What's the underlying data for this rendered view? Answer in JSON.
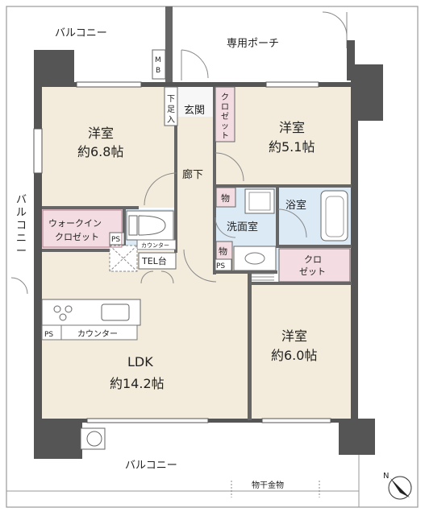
{
  "plan": {
    "balcony_top": "バルコニー",
    "private_porch": "専用ポーチ",
    "mb": "M\nB",
    "shoe_storage": "下\n足\n入",
    "entrance": "玄関",
    "closet_entrance": "ク\nロ\nゼ\nッ\nト",
    "western_room_1": {
      "name": "洋室",
      "size": "約6.8帖"
    },
    "western_room_2": {
      "name": "洋室",
      "size": "約5.1帖"
    },
    "corridor": "廊下",
    "storage_1": "物",
    "storage_2": "物",
    "bathroom": "浴室",
    "washroom": "洗面室",
    "walk_in_closet": "ウォークイン\nクロゼット",
    "ps_1": "PS",
    "ps_2": "PS",
    "ps_3": "PS",
    "counter_small": "カウンター",
    "tel_stand": "TEL台",
    "closet_2": "クロ\nゼット",
    "balcony_side": "バ\nル\nコ\nニ\nー",
    "ldk": {
      "name": "LDK",
      "size": "約14.2帖"
    },
    "kitchen_counter": "カウンター",
    "western_room_3": {
      "name": "洋室",
      "size": "約6.0帖"
    },
    "balcony_bottom": "バルコニー",
    "drying_rack": "物干金物",
    "compass": "N",
    "colors": {
      "room": "#f3ecdc",
      "closet": "#f3dde2",
      "wet": "#dceaf6",
      "wall": "#555555"
    }
  }
}
